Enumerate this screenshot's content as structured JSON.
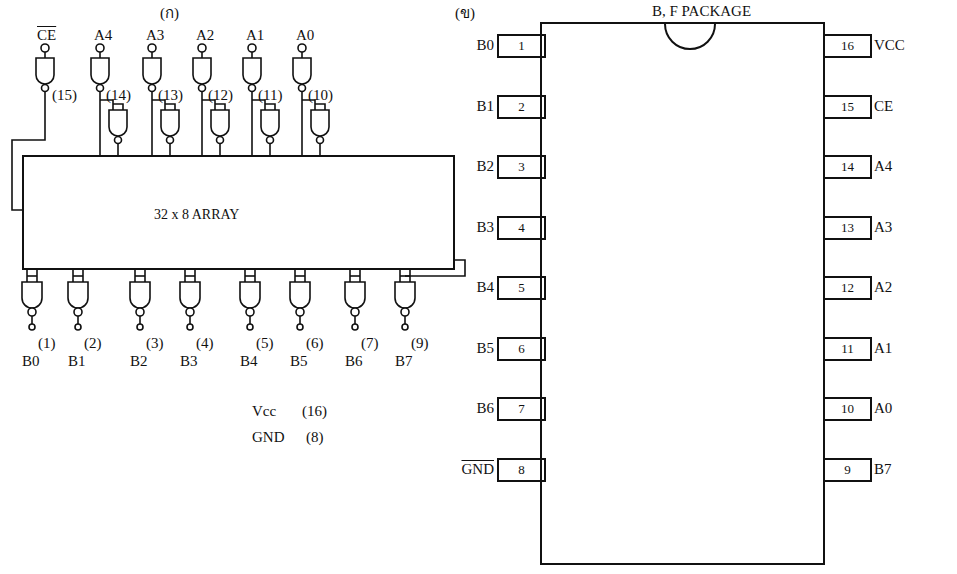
{
  "diagram": {
    "nodes": [
      {
        "text": [
          "32 x 8 ARRAY"
        ]
      },
      {
        "text": [
          "B, F PACKAGE"
        ]
      },
      {
        "text": [
          "1"
        ]
      },
      {
        "text": [
          "2"
        ]
      },
      {
        "text": [
          "3"
        ]
      },
      {
        "text": [
          "4"
        ]
      },
      {
        "text": [
          "5"
        ]
      },
      {
        "text": [
          "6"
        ]
      },
      {
        "text": [
          "7"
        ]
      },
      {
        "text": [
          "8"
        ]
      },
      {
        "text": [
          "16"
        ]
      },
      {
        "text": [
          "15"
        ]
      },
      {
        "text": [
          "14"
        ]
      },
      {
        "text": [
          "13"
        ]
      },
      {
        "text": [
          "12"
        ]
      },
      {
        "text": [
          "11"
        ]
      },
      {
        "text": [
          "10"
        ]
      },
      {
        "text": [
          "9"
        ]
      }
    ],
    "labels": [
      "(ก)",
      "(ข)",
      "CE",
      "A4",
      "A3",
      "A2",
      "A1",
      "A0",
      "(15)",
      "(14)",
      "(13)",
      "(12)",
      "(11)",
      "(10)",
      "(1)",
      "(2)",
      "(3)",
      "(4)",
      "(5)",
      "(6)",
      "(7)",
      "(9)",
      "B0",
      "B1",
      "B2",
      "B3",
      "B4",
      "B5",
      "B6",
      "B7",
      "Vcc",
      "(16)",
      "GND",
      "(8)",
      "B0",
      "B1",
      "B2",
      "B3",
      "B4",
      "B5",
      "B6",
      "GND",
      "VCC",
      "CE",
      "A4",
      "A3",
      "A2",
      "A1",
      "A0",
      "B7"
    ]
  }
}
